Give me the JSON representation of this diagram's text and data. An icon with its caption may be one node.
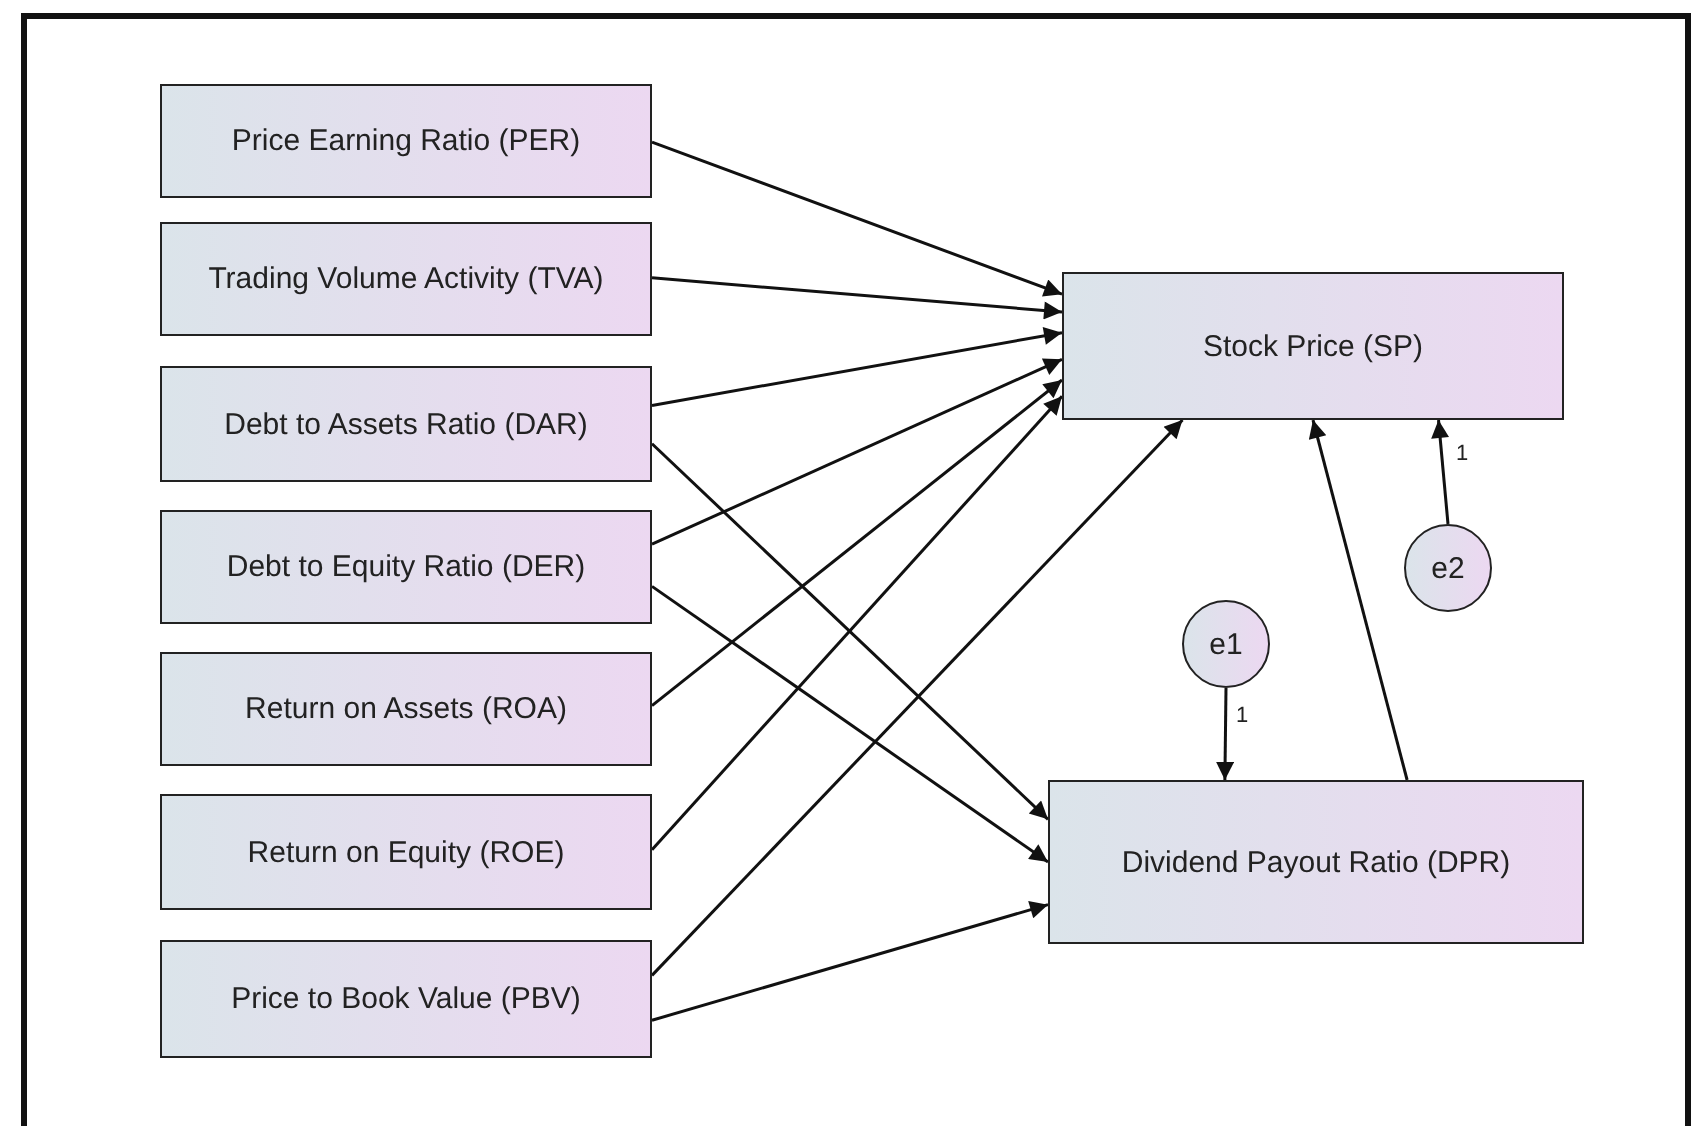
{
  "diagram": {
    "nodes": [
      {
        "text": [
          "Price Earning Ratio (PER)"
        ]
      },
      {
        "text": [
          "Trading Volume Activity (TVA)"
        ]
      },
      {
        "text": [
          "Debt to Assets Ratio (DAR)"
        ]
      },
      {
        "text": [
          "Debt to Equity Ratio (DER)"
        ]
      },
      {
        "text": [
          "Return on Assets (ROA)"
        ]
      },
      {
        "text": [
          "Return on Equity (ROE)"
        ]
      },
      {
        "text": [
          "Price to Book Value (PBV)"
        ]
      },
      {
        "text": [
          "Stock Price (SP)"
        ]
      },
      {
        "text": [
          "e2"
        ]
      },
      {
        "text": [
          "e1"
        ]
      },
      {
        "text": [
          "Dividend Payout Ratio (DPR)"
        ]
      }
    ],
    "edges": [
      {
        "from": 0,
        "to": 7,
        "arrow": "to"
      },
      {
        "from": 1,
        "to": 7,
        "arrow": "to"
      },
      {
        "from": 2,
        "to": 7,
        "arrow": "to"
      },
      {
        "from": 3,
        "to": 7,
        "arrow": "to"
      },
      {
        "from": 4,
        "to": 7,
        "arrow": "to"
      },
      {
        "from": 5,
        "to": 7,
        "arrow": "to"
      },
      {
        "from": 6,
        "to": 7,
        "arrow": "to"
      },
      {
        "from": 2,
        "to": 10,
        "arrow": "to"
      },
      {
        "from": 3,
        "to": 10,
        "arrow": "to"
      },
      {
        "from": 6,
        "to": 10,
        "arrow": "to"
      },
      {
        "from": 10,
        "to": 7,
        "arrow": "to"
      },
      {
        "from": 9,
        "to": 10,
        "arrow": "to",
        "label": "1"
      },
      {
        "from": 8,
        "to": 7,
        "arrow": "to",
        "label": "1"
      }
    ]
  }
}
